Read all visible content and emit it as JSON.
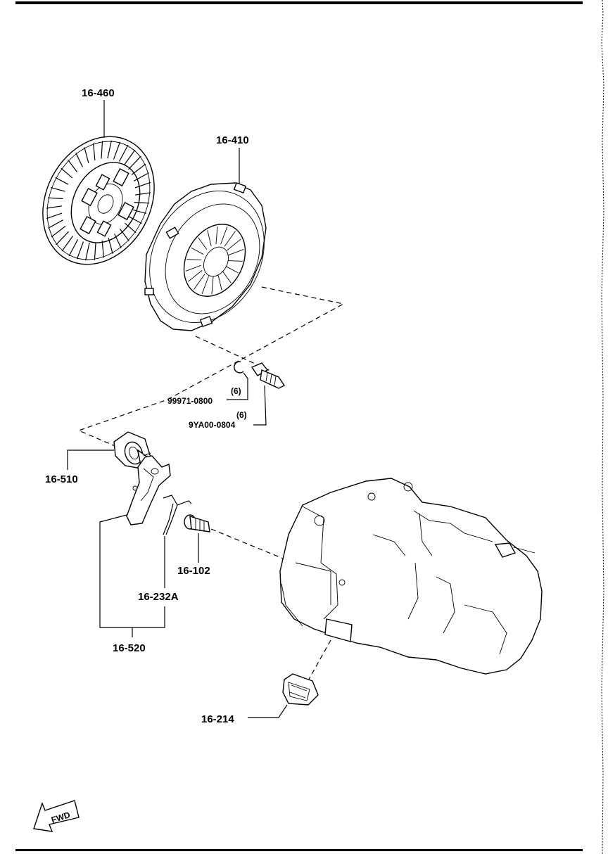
{
  "callouts": {
    "clutch_disc": "16-460",
    "clutch_cover": "16-410",
    "washer_qty": "(6)",
    "washer": "99971-0800",
    "bolt_qty": "(6)",
    "bolt": "9YA00-0804",
    "release_bearing": "16-510",
    "pivot": "16-102",
    "spring": "16-232A",
    "fork_assy": "16-520",
    "boot": "16-214"
  },
  "fwd_marker": "FWD"
}
